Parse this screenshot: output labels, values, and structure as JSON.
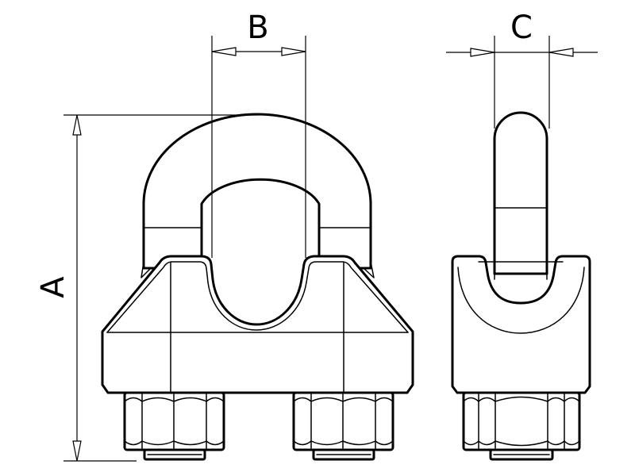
{
  "drawing": {
    "title": "",
    "dimension_labels": {
      "height": "A",
      "inner_width": "B",
      "bolt_diameter": "C"
    }
  },
  "style": {
    "line_color": "#000000",
    "background": "#ffffff"
  }
}
